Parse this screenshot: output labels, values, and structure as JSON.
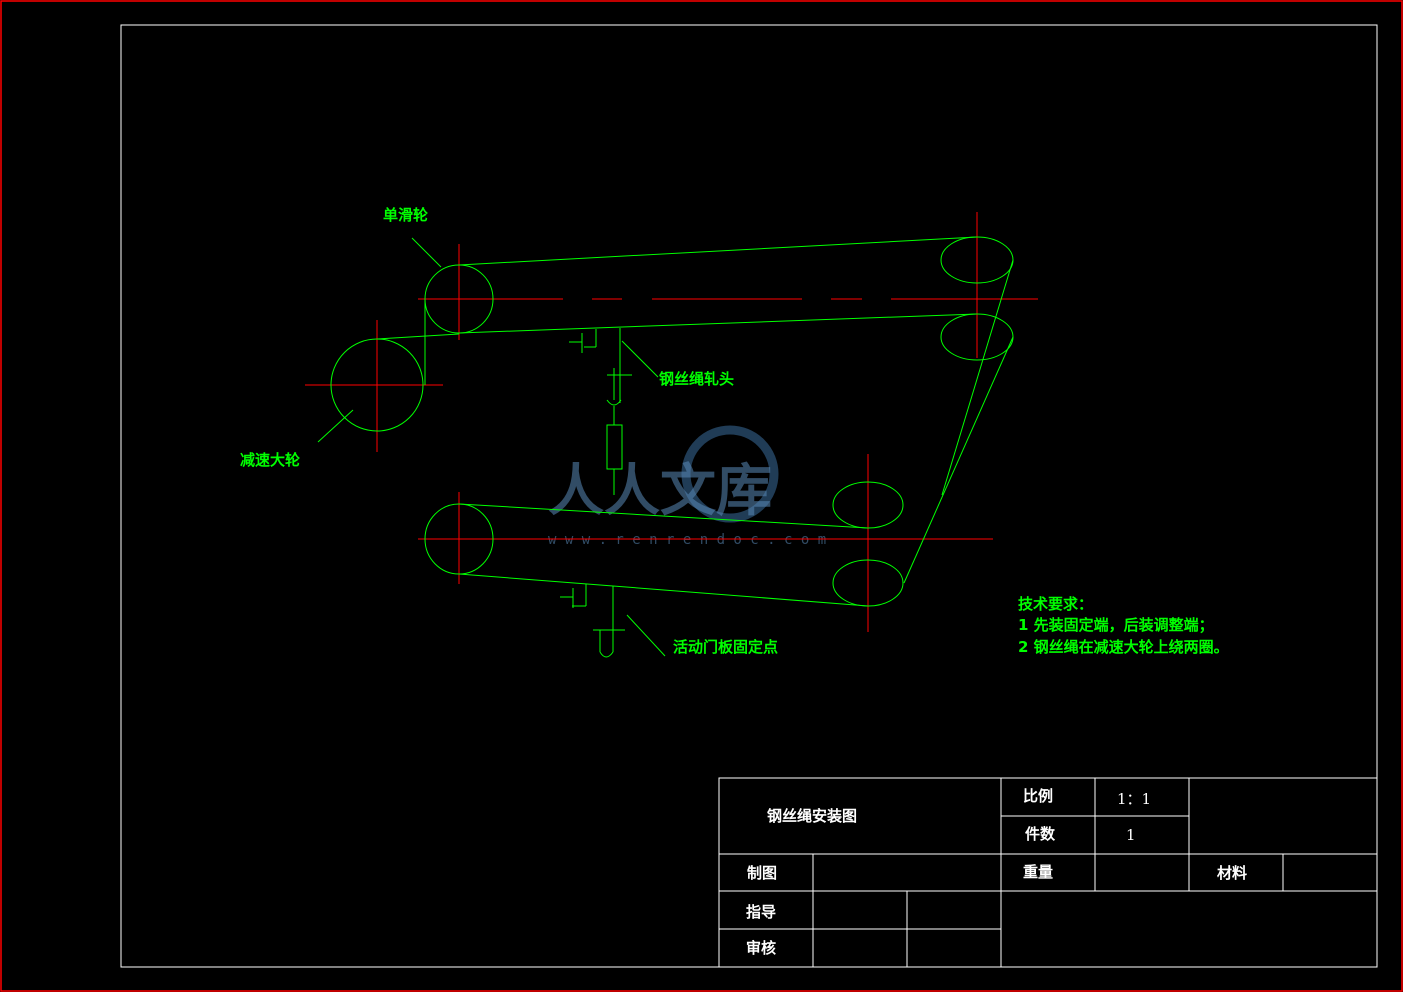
{
  "labels": {
    "single_pulley": "单滑轮",
    "rope_clamp": "钢丝绳轧头",
    "reducer_wheel": "减速大轮",
    "door_fix_point": "活动门板固定点"
  },
  "tech_requirements": {
    "title": "技术要求：",
    "item1": "1 先装固定端，后装调整端；",
    "item2": "2 钢丝绳在减速大轮上绕两圈。"
  },
  "title_block": {
    "drawing_name": "钢丝绳安装图",
    "scale_label": "比例",
    "scale_value": "1：1",
    "count_label": "件数",
    "count_value": "1",
    "drawn_label": "制图",
    "weight_label": "重量",
    "material_label": "材料",
    "guide_label": "指导",
    "review_label": "审核"
  },
  "watermark": {
    "text": "人人文库",
    "url": "w w w . r e n r e n d o c . c o m"
  },
  "colors": {
    "background": "#000000",
    "geometry": "#00ff00",
    "centerline": "#ff0000",
    "border": "#ffffff",
    "outer_frame": "#ff0000"
  }
}
